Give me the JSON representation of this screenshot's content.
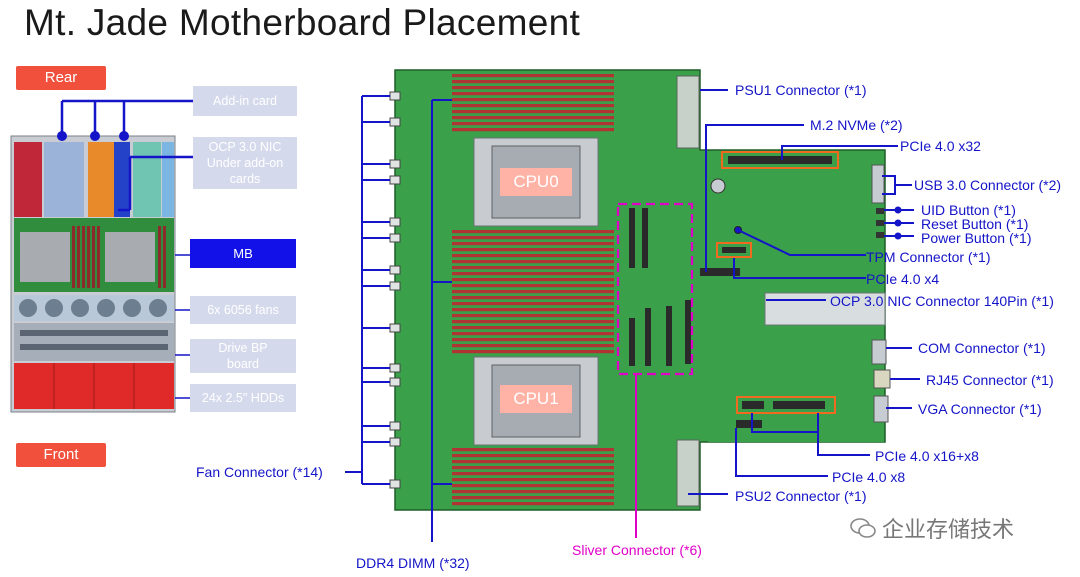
{
  "title": "Mt. Jade Motherboard Placement",
  "left_panel": {
    "rear_tag": "Rear",
    "front_tag": "Front",
    "boxes": {
      "addin": "Add-in card",
      "ocp_l1": "OCP 3.0 NIC",
      "ocp_l2": "Under add-on",
      "ocp_l3": "cards",
      "mb": "MB",
      "fans": "6x 6056 fans",
      "drive_l1": "Drive BP",
      "drive_l2": "board",
      "hdds": "24x 2.5\" HDDs"
    }
  },
  "board": {
    "cpu0": "CPU0",
    "cpu1": "CPU1"
  },
  "labels": {
    "psu1": "PSU1 Connector (*1)",
    "m2": "M.2 NVMe (*2)",
    "pcie32": "PCIe 4.0  x32",
    "usb": "USB 3.0 Connector (*2)",
    "uid": "UID Button (*1)",
    "reset": "Reset Button (*1)",
    "power": "Power Button (*1)",
    "tpm": "TPM Connector (*1)",
    "pcie4": "PCIe 4.0 x4",
    "ocpconn": "OCP 3.0 NIC Connector 140Pin (*1)",
    "com": "COM Connector (*1)",
    "rj45": "RJ45 Connector (*1)",
    "vga": "VGA Connector (*1)",
    "pcie16": "PCIe 4.0 x16+x8",
    "pcie8": "PCIe 4.0 x8",
    "psu2": "PSU2 Connector (*1)",
    "fan": "Fan Connector (*14)",
    "ddr4": "DDR4 DIMM (*32)",
    "sliver": "Sliver Connector (*6)"
  },
  "watermark": "企业存储技术",
  "colors": {
    "board_green": "#3aa04a",
    "dimm_red": "#b03434",
    "label_blue": "#1414c8",
    "sliver_magenta": "#e000c8",
    "callout_orange": "#f06a20",
    "tag_red": "#f0503c",
    "mb_blue": "#1212e8"
  }
}
